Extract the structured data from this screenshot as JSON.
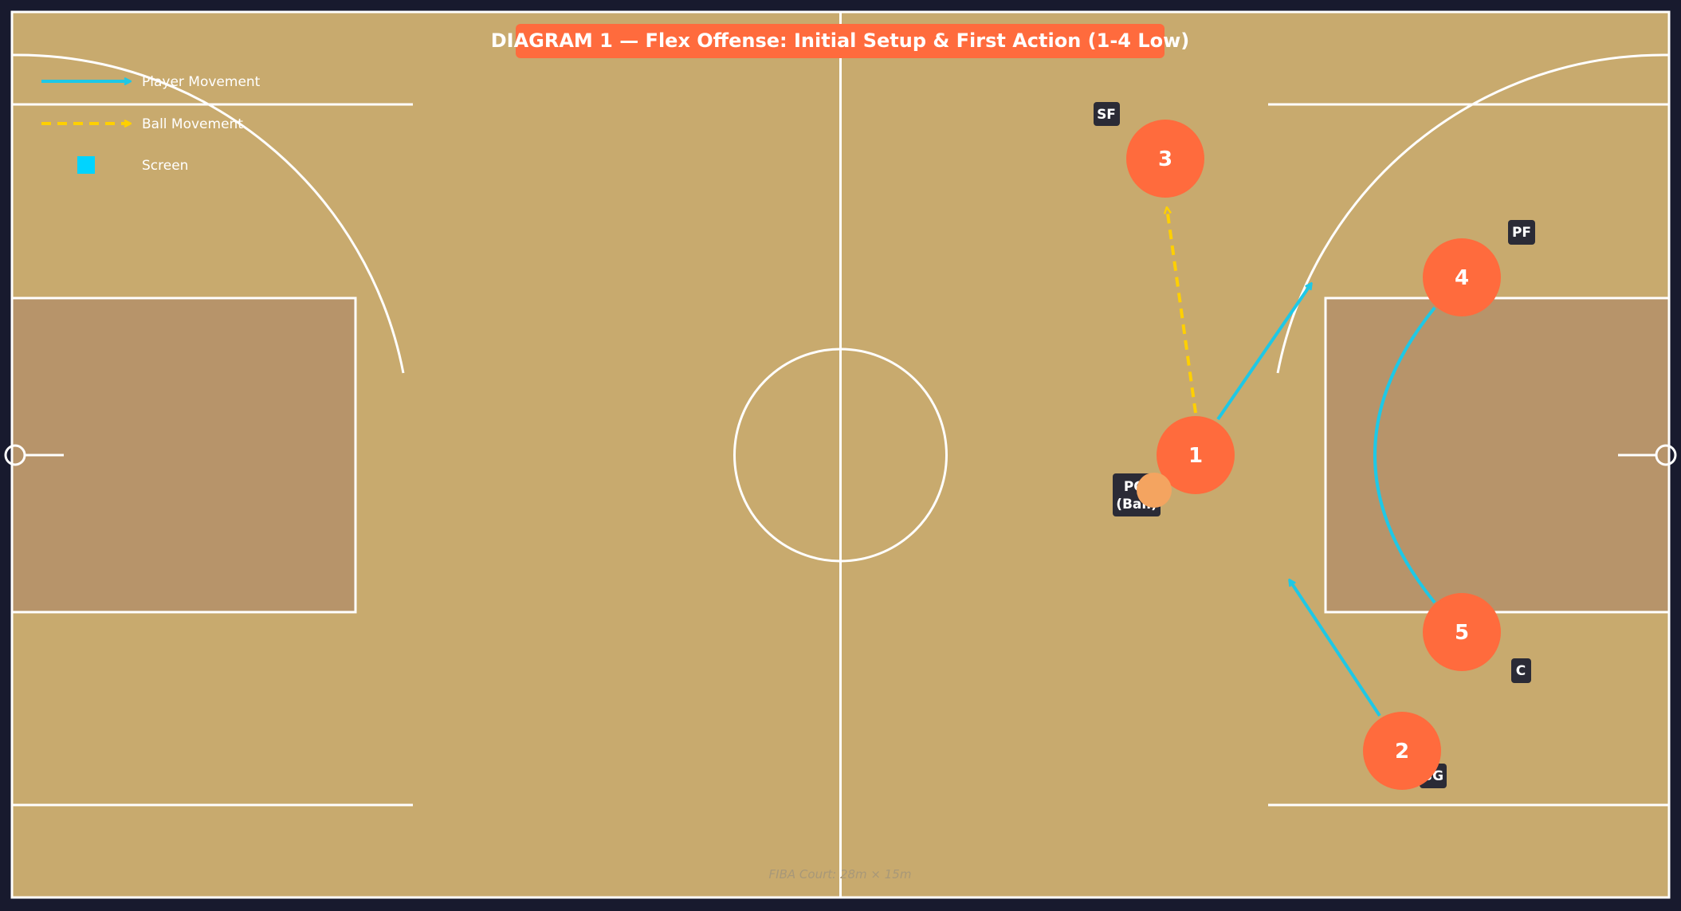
{
  "title": "DIAGRAM 1 — Flex Offense: Initial Setup & First Action (1-4 Low)",
  "footer": "FIBA Court: 28m × 15m",
  "colors": {
    "background": "#181a2e",
    "court": "#c8aa6e",
    "paint": "#b7946a",
    "lines": "#ffffff",
    "player": "#ff6b3d",
    "ball": "#f4a460",
    "player_movement": "#1ec8e6",
    "ball_movement": "#ffd000",
    "screen": "#00d4ff",
    "tag_bg": "#2b2b36"
  },
  "legend": [
    {
      "key": "player",
      "label": "Player Movement"
    },
    {
      "key": "ball",
      "label": "Ball Movement"
    },
    {
      "key": "screen",
      "label": "Screen"
    }
  ],
  "players": [
    {
      "id": "p1",
      "number": "1",
      "role": "PG (Ball)",
      "has_ball": true
    },
    {
      "id": "p2",
      "number": "2",
      "role": "SG"
    },
    {
      "id": "p3",
      "number": "3",
      "role": "SF"
    },
    {
      "id": "p4",
      "number": "4",
      "role": "PF"
    },
    {
      "id": "p5",
      "number": "5",
      "role": "C"
    }
  ]
}
